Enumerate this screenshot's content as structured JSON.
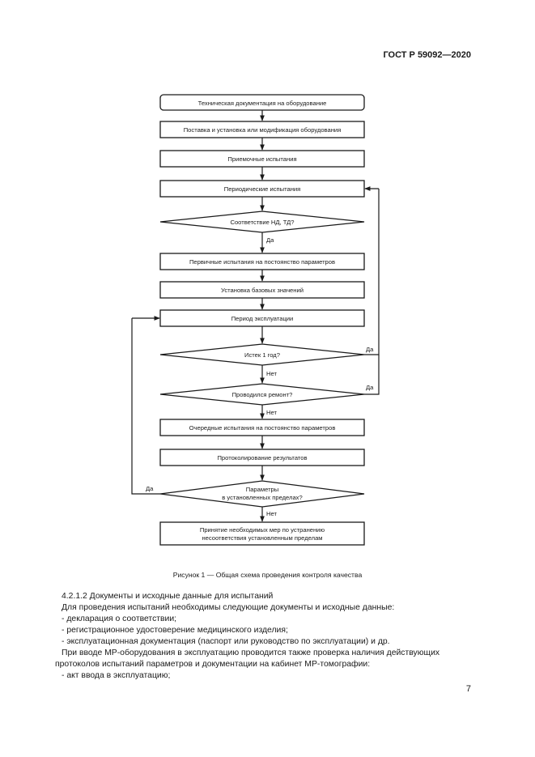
{
  "header": {
    "standard": "ГОСТ Р 59092—2020"
  },
  "flowchart": {
    "boxes": [
      "Техническая документация на оборудование",
      "Поставка и установка или модификация оборудования",
      "Приемочные испытания",
      "Периодические испытания",
      "Первичные испытания на постоянство параметров",
      "Установка базовых значений",
      "Период эксплуатации",
      "Очередные испытания на постоянство параметров",
      "Протоколирование результатов",
      [
        "Принятие необходимых мер по устранению",
        "несоответствия установленным пределам"
      ]
    ],
    "decisions": [
      "Соответствие НД, ТД?",
      "Истек 1 год?",
      "Проводился ремонт?",
      [
        "Параметры",
        "в установленных пределах?"
      ]
    ],
    "labels": {
      "yes": "Да",
      "no": "Нет"
    }
  },
  "figure": {
    "caption": "Рисунок 1 — Общая схема проведения контроля качества"
  },
  "text": {
    "section_title": "4.2.1.2 Документы и исходные данные для испытаний",
    "intro": "Для проведения испытаний необходимы следующие документы и исходные данные:",
    "list": [
      "-  декларация о соответствии;",
      "-  регистрационное удостоверение медицинского изделия;",
      "-  эксплуатационная документация (паспорт или руководство по эксплуатации) и др."
    ],
    "para_line1": "При вводе МР-оборудования в эксплуатацию проводится также проверка наличия действующих",
    "para_line2": "протоколов испытаний параметров и документации на кабинет МР-томографии:",
    "list2": [
      "-  акт ввода в эксплуатацию;"
    ]
  },
  "footer": {
    "page_number": "7"
  }
}
